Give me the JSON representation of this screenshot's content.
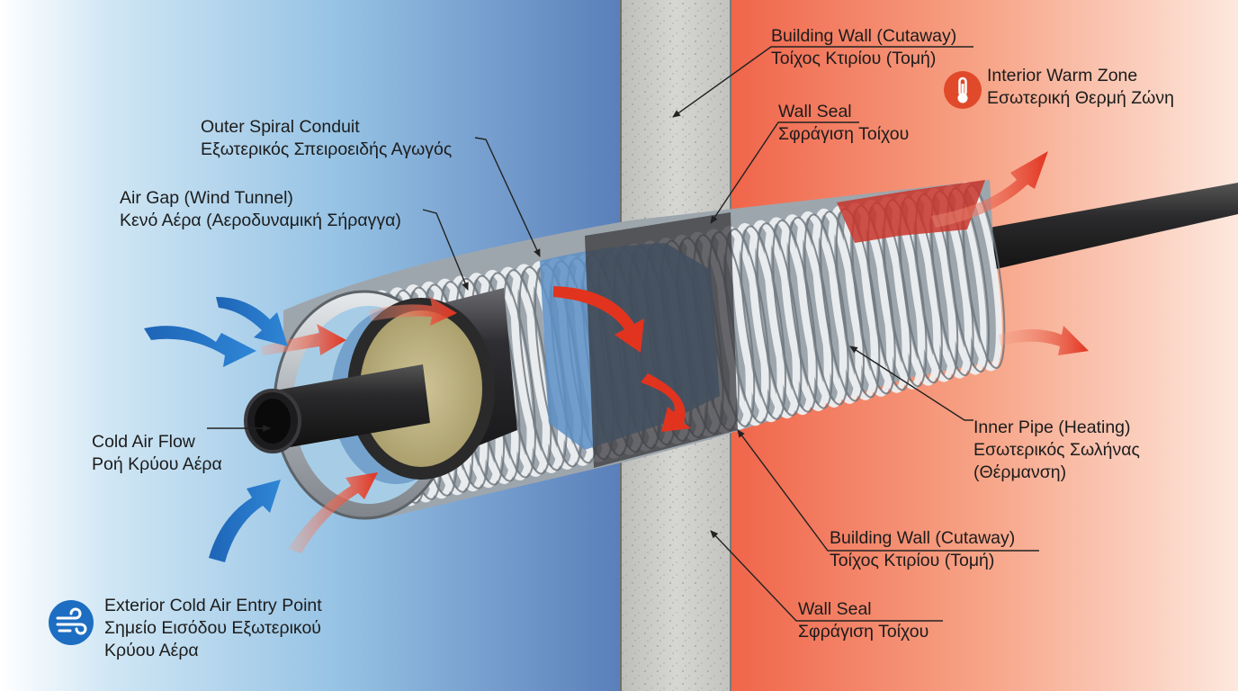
{
  "labels": {
    "building_wall_top": {
      "en": "Building Wall (Cutaway)",
      "el": "Τοίχος Κτιρίου (Τομή)"
    },
    "interior_warm_zone": {
      "en": "Interior Warm Zone",
      "el": "Εσωτερική Θερμή Ζώνη"
    },
    "outer_spiral_conduit": {
      "en": "Outer Spiral Conduit",
      "el": "Εξωτερικός Σπειροειδής Αγωγός"
    },
    "wall_seal_top": {
      "en": "Wall Seal",
      "el": "Σφράγιση Τοίχου"
    },
    "air_gap": {
      "en": "Air Gap (Wind Tunnel)",
      "el": "Κενό Αέρα (Αεροδυναμική Σήραγγα)"
    },
    "cold_air_flow": {
      "en": "Cold Air Flow",
      "el": "Ροή Κρύου Αέρα"
    },
    "inner_pipe": {
      "en": "Inner Pipe (Heating)",
      "el": "Εσωτερικός Σωλήνας",
      "el2": "(Θέρμανση)"
    },
    "building_wall_bottom": {
      "en": "Building Wall (Cutaway)",
      "el": "Τοίχος Κτιρίου (Τομή)"
    },
    "wall_seal_bottom": {
      "en": "Wall Seal",
      "el": "Σφράγιση Τοίχου"
    },
    "exterior_entry": {
      "en": "Exterior Cold Air Entry Point",
      "el": "Σημείο Εισόδου Εξωτερικού",
      "el2": "Κρύου Αέρα"
    }
  },
  "icons": {
    "warm_zone": "thermometer-icon",
    "cold_entry": "wind-icon"
  },
  "colors": {
    "cold_zone": "#5d8fc9",
    "warm_zone": "#f07a5a",
    "wall": "#c9c9c6",
    "cold_arrow": "#1f6fc0",
    "warm_arrow": "#e0442c",
    "conduit": "#b9bfc4",
    "inner_pipe": "#2b2b2e",
    "insulation": "#b9ad7c"
  }
}
